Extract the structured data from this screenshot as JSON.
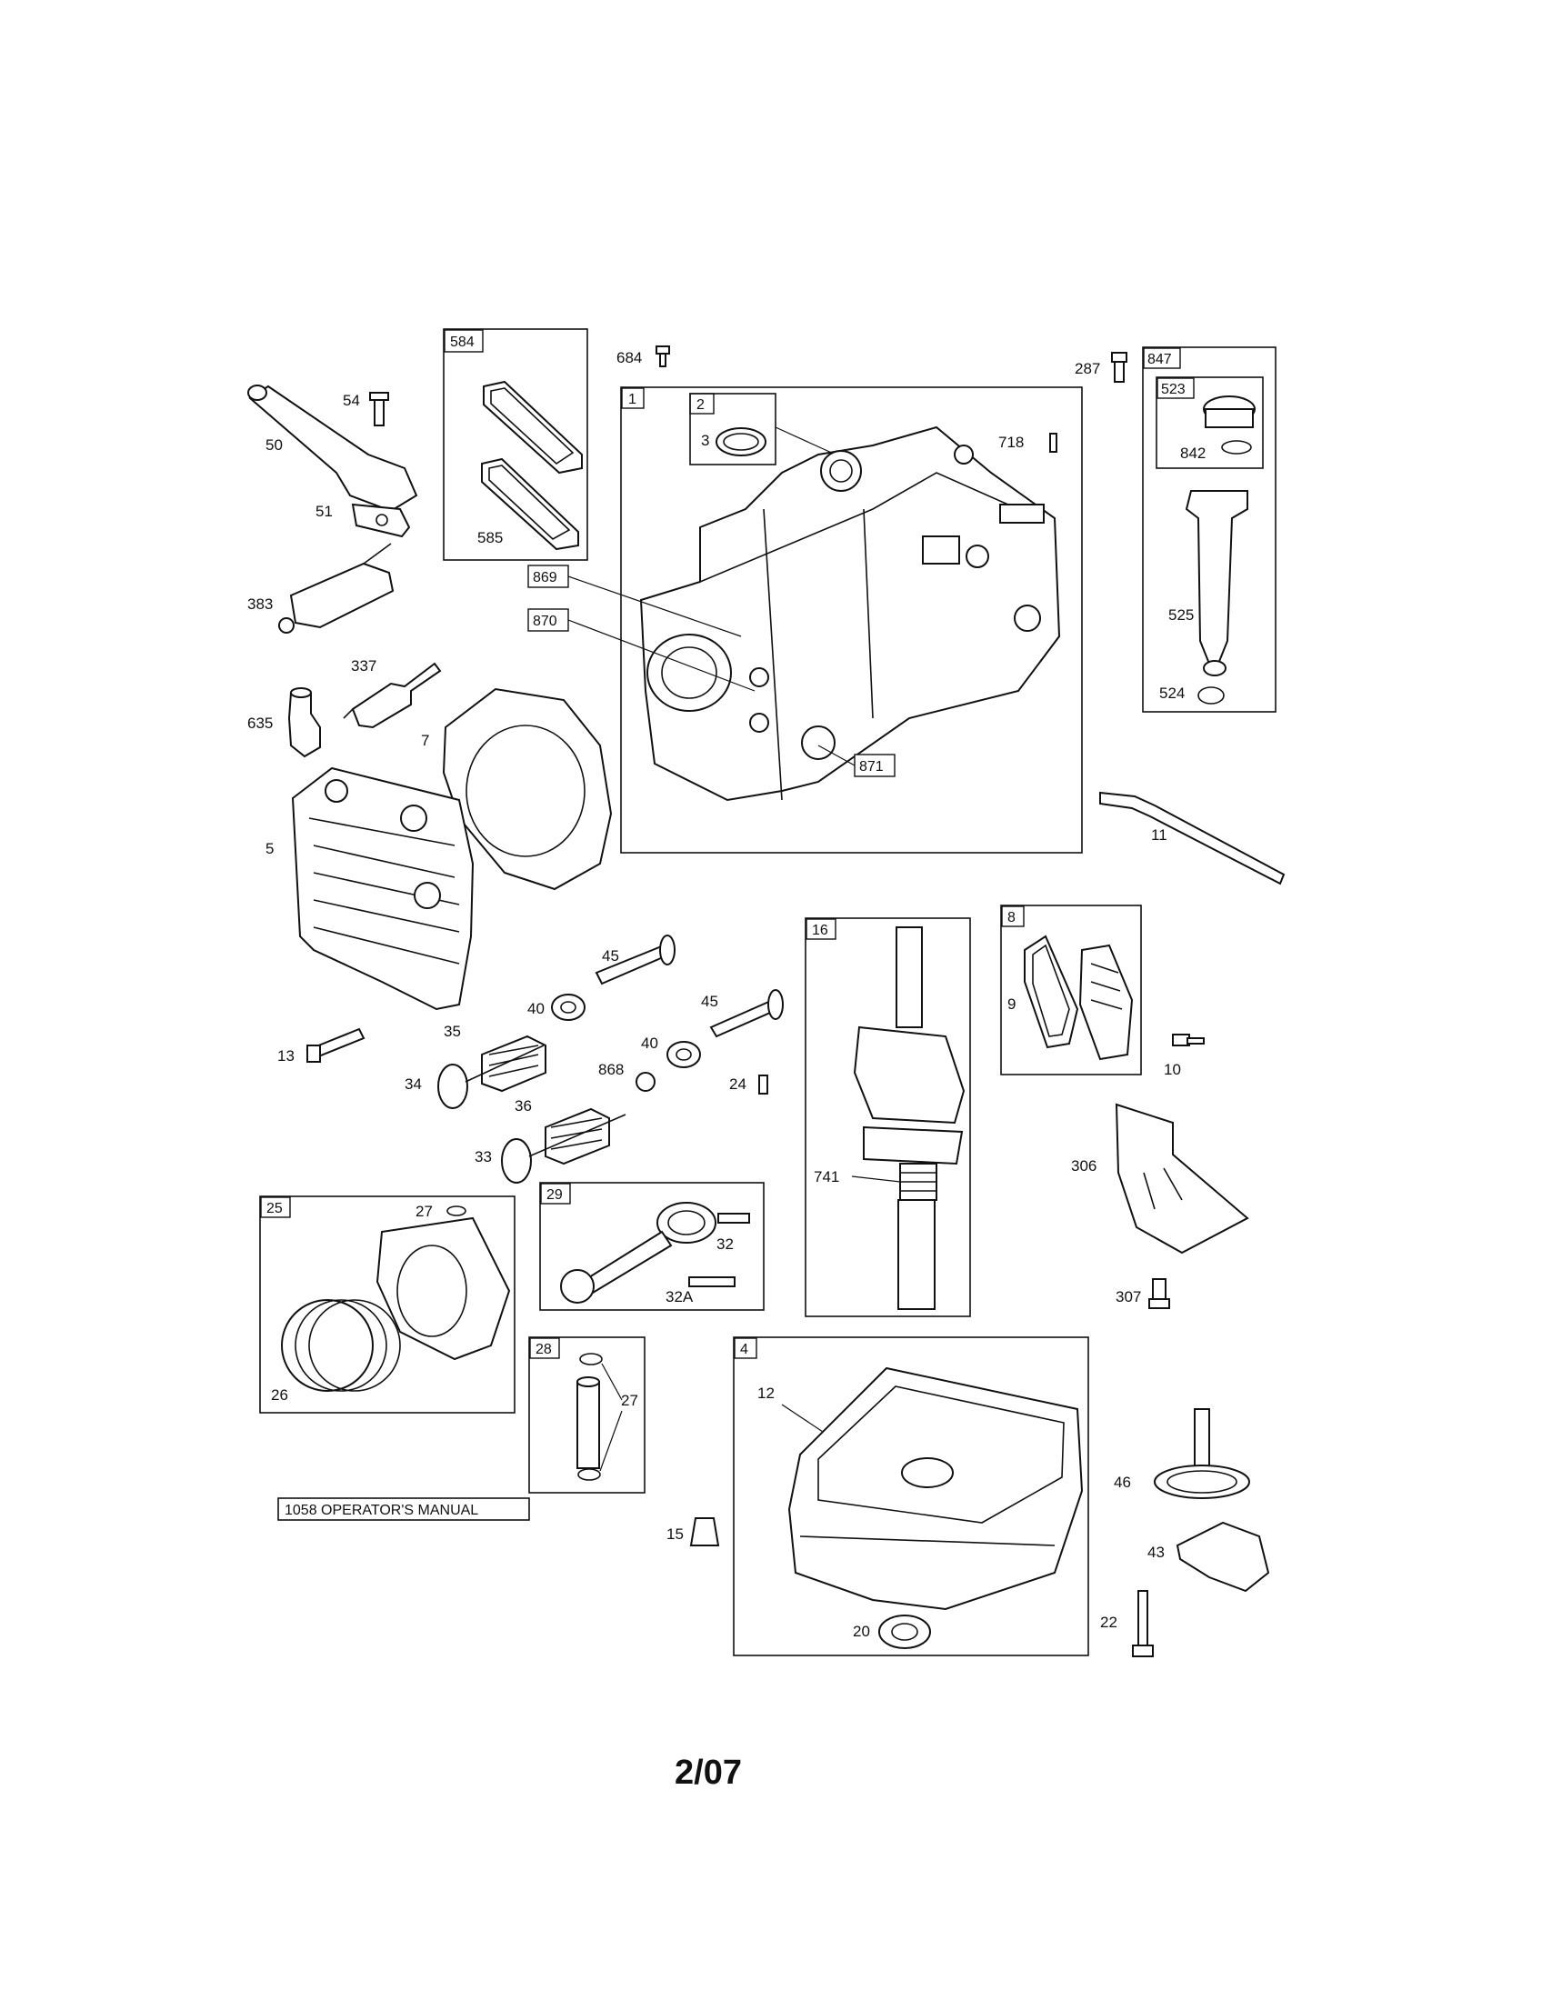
{
  "document": {
    "manual_label": "1058 OPERATOR'S MANUAL",
    "page_code": "2/07"
  },
  "boxes": {
    "b584": "584",
    "b1": "1",
    "b2": "2",
    "b847": "847",
    "b523": "523",
    "b869": "869",
    "b870": "870",
    "b871": "871",
    "b16": "16",
    "b8": "8",
    "b25": "25",
    "b29": "29",
    "b28": "28",
    "b4": "4"
  },
  "labels": {
    "p684": "684",
    "p287": "287",
    "p54": "54",
    "p50": "50",
    "p51": "51",
    "p585": "585",
    "p3": "3",
    "p718": "718",
    "p842": "842",
    "p383": "383",
    "p337": "337",
    "p635": "635",
    "p7": "7",
    "p525": "525",
    "p524": "524",
    "p5": "5",
    "p11": "11",
    "p45a": "45",
    "p45b": "45",
    "p40a": "40",
    "p40b": "40",
    "p9": "9",
    "p10": "10",
    "p13": "13",
    "p35": "35",
    "p34": "34",
    "p868": "868",
    "p24": "24",
    "p36": "36",
    "p33": "33",
    "p741": "741",
    "p306": "306",
    "p27a": "27",
    "p32": "32",
    "p32a": "32A",
    "p307": "307",
    "p26": "26",
    "p27b": "27",
    "p12": "12",
    "p46": "46",
    "p15": "15",
    "p43": "43",
    "p20": "20",
    "p22": "22"
  }
}
